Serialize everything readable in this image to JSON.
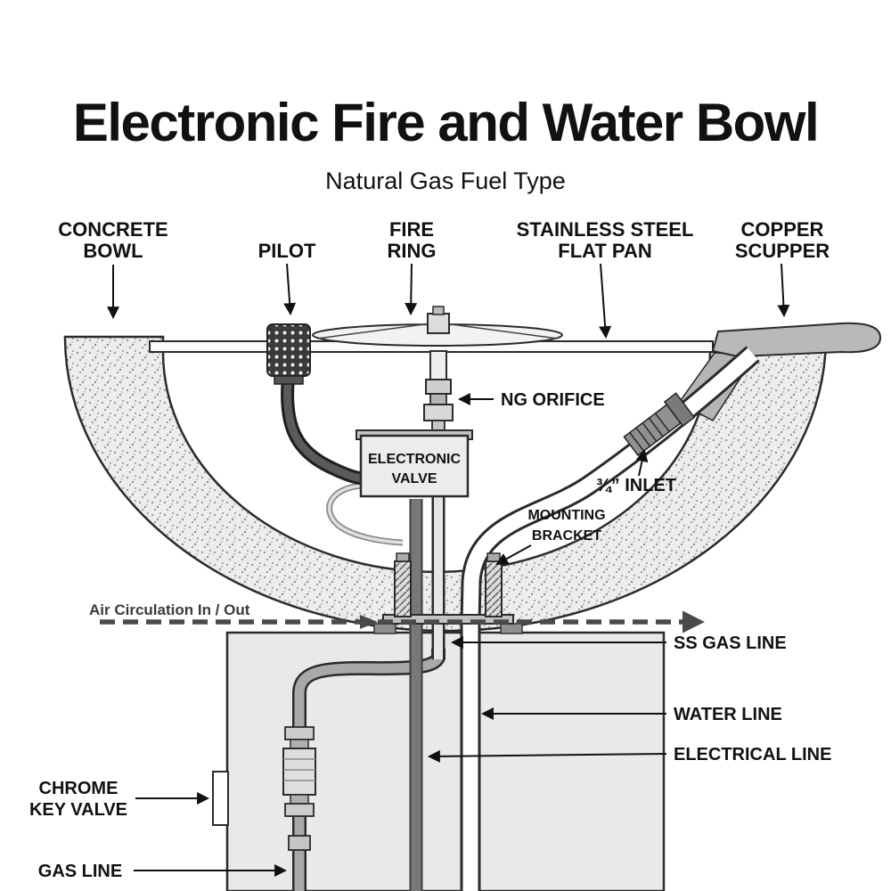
{
  "title": "Electronic Fire and Water Bowl",
  "subtitle": "Natural Gas Fuel Type",
  "colors": {
    "ink": "#1a1a1a",
    "concrete": "#ededed",
    "metal_gray": "#b5b5b5",
    "pipe_gray": "#a9a9a9",
    "electrical_gray": "#787878",
    "label_black": "#111111"
  },
  "callouts": {
    "concrete_bowl": {
      "lines": [
        "CONCRETE",
        "BOWL"
      ]
    },
    "pilot": {
      "lines": [
        "PILOT"
      ]
    },
    "fire_ring": {
      "lines": [
        "FIRE",
        "RING"
      ]
    },
    "flat_pan": {
      "lines": [
        "STAINLESS STEEL",
        "FLAT PAN"
      ]
    },
    "copper_scupper": {
      "lines": [
        "COPPER",
        "SCUPPER"
      ]
    },
    "ng_orifice": {
      "lines": [
        "NG ORIFICE"
      ]
    },
    "inlet": {
      "lines": [
        "¾” INLET"
      ]
    },
    "mounting_bracket": {
      "lines": [
        "MOUNTING",
        "BRACKET"
      ]
    },
    "air_circulation": {
      "lines": [
        "Air Circulation In / Out"
      ]
    },
    "ss_gas_line": {
      "lines": [
        "SS GAS LINE"
      ]
    },
    "water_line": {
      "lines": [
        "WATER LINE"
      ]
    },
    "electrical_line": {
      "lines": [
        "ELECTRICAL  LINE"
      ]
    },
    "chrome_key_valve": {
      "lines": [
        "CHROME",
        "KEY VALVE"
      ]
    },
    "gas_line": {
      "lines": [
        "GAS LINE"
      ]
    },
    "electronic_valve": {
      "lines": [
        "ELECTRONIC",
        "VALVE"
      ]
    }
  }
}
